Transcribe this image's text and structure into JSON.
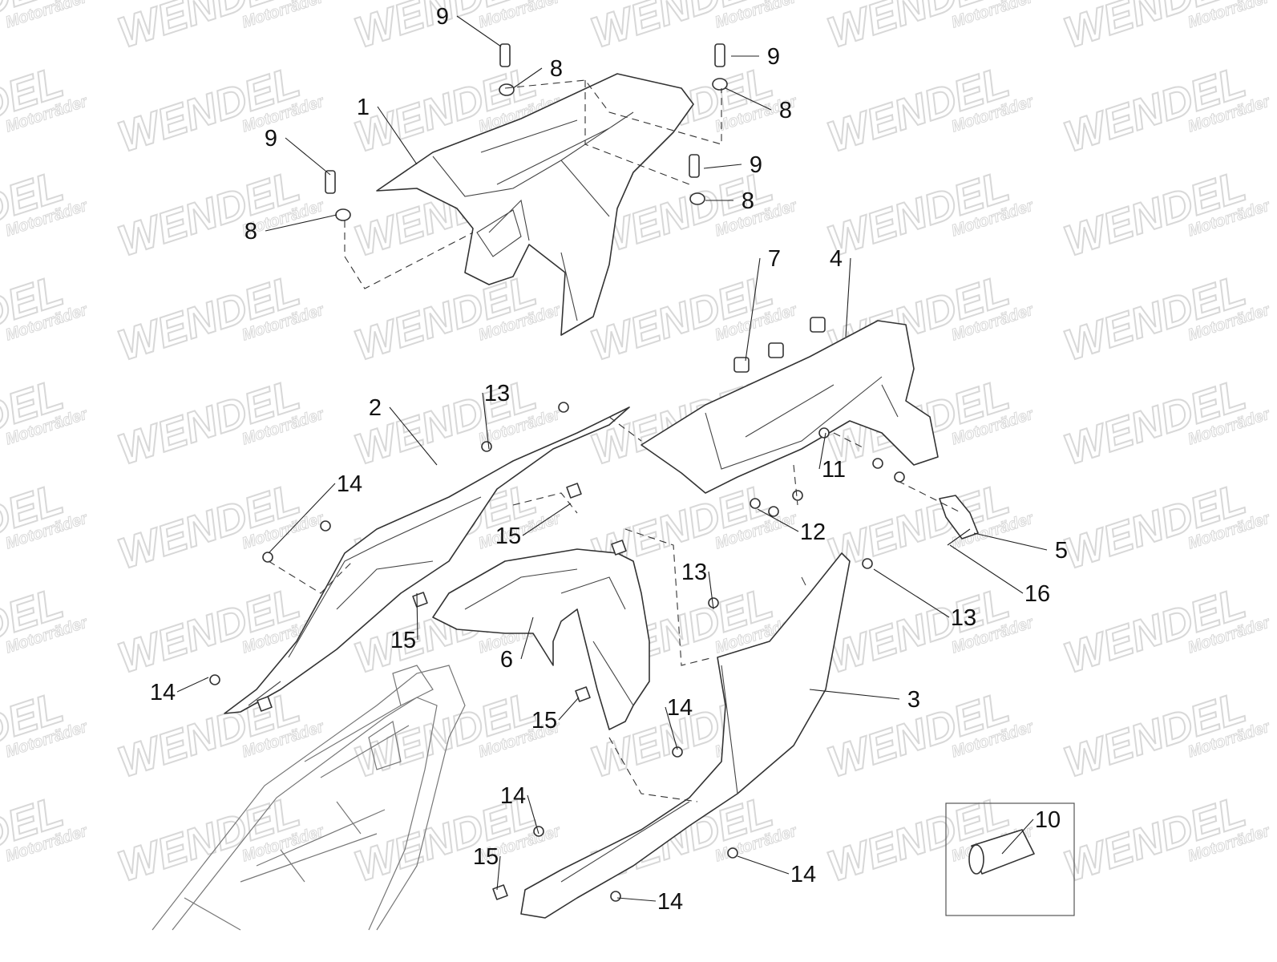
{
  "diagram": {
    "watermark": {
      "brand": "WENDEL",
      "subtitle": "Motorräder"
    },
    "callouts": [
      {
        "label": "9"
      },
      {
        "label": "8"
      },
      {
        "label": "9"
      },
      {
        "label": "8"
      },
      {
        "label": "1"
      },
      {
        "label": "9"
      },
      {
        "label": "9"
      },
      {
        "label": "8"
      },
      {
        "label": "8"
      },
      {
        "label": "7"
      },
      {
        "label": "4"
      },
      {
        "label": "2"
      },
      {
        "label": "13"
      },
      {
        "label": "14"
      },
      {
        "label": "11"
      },
      {
        "label": "12"
      },
      {
        "label": "15"
      },
      {
        "label": "5"
      },
      {
        "label": "13"
      },
      {
        "label": "16"
      },
      {
        "label": "15"
      },
      {
        "label": "13"
      },
      {
        "label": "6"
      },
      {
        "label": "14"
      },
      {
        "label": "3"
      },
      {
        "label": "15"
      },
      {
        "label": "14"
      },
      {
        "label": "10"
      },
      {
        "label": "14"
      },
      {
        "label": "14"
      },
      {
        "label": "15"
      },
      {
        "label": "14"
      }
    ]
  }
}
